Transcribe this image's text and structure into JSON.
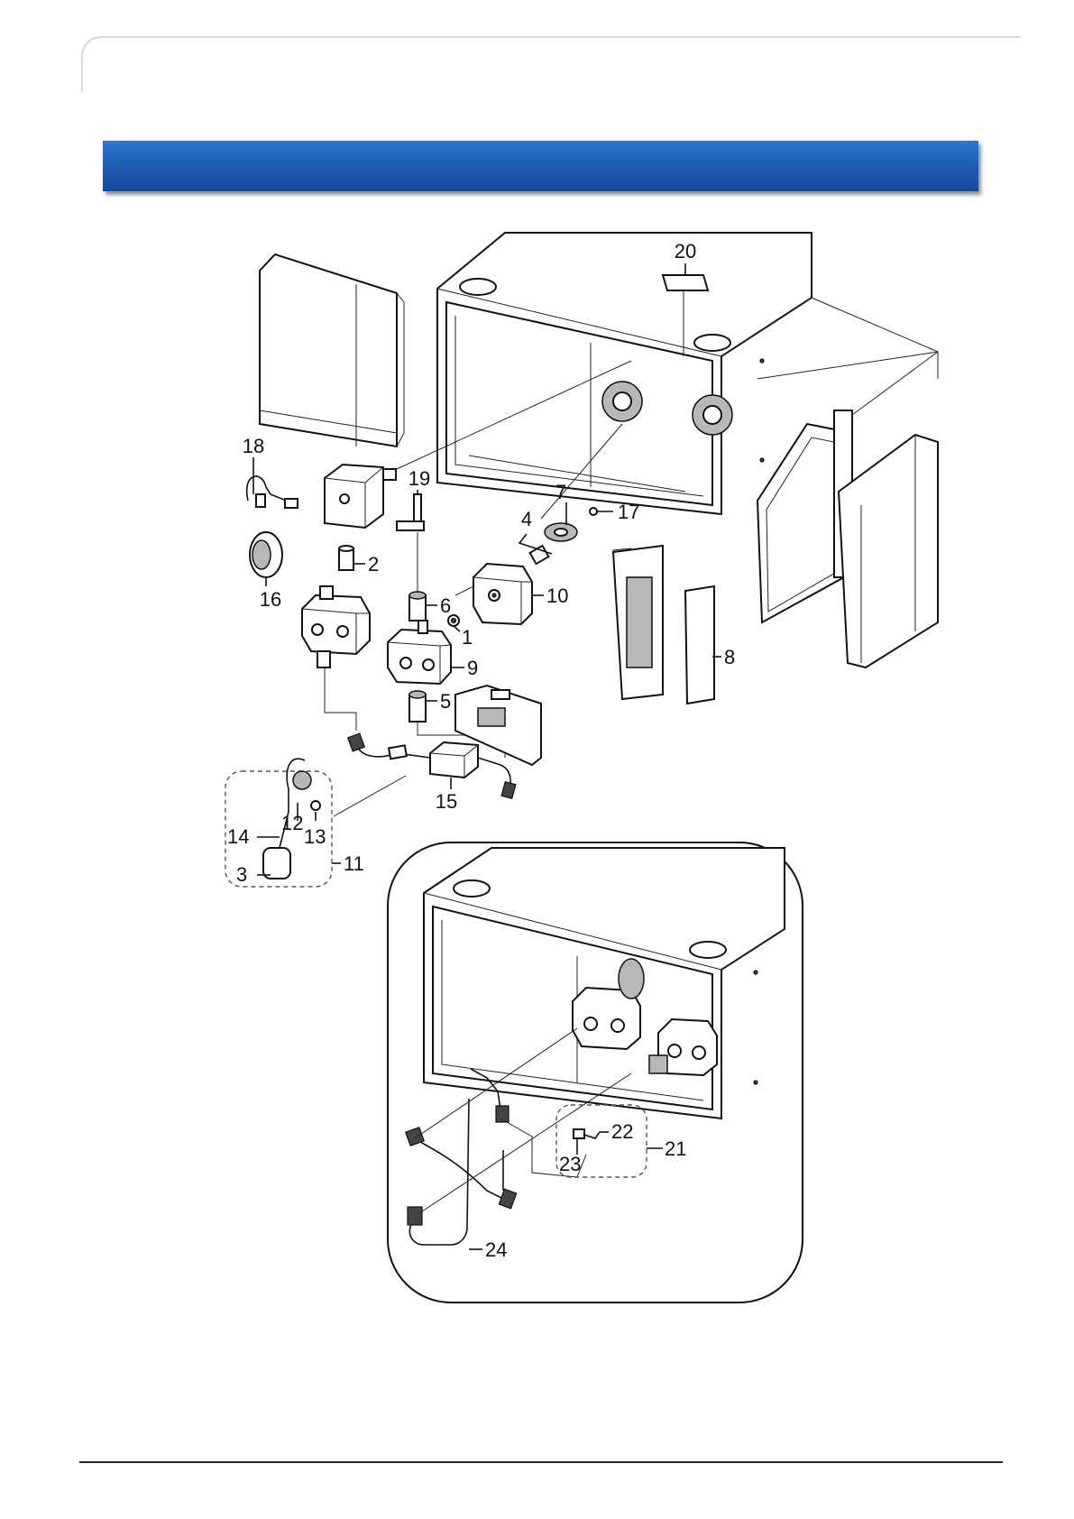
{
  "header": {
    "title": ""
  },
  "callouts": {
    "c1": "1",
    "c2": "2",
    "c3": "3",
    "c4": "4",
    "c5": "5",
    "c6": "6",
    "c7": "7",
    "c8": "8",
    "c9": "9",
    "c10": "10",
    "c11": "11",
    "c12": "12",
    "c13": "13",
    "c14": "14",
    "c15": "15",
    "c16": "16",
    "c17": "17",
    "c18": "18",
    "c19": "19",
    "c20": "20",
    "c21": "21",
    "c22": "22",
    "c23": "23",
    "c24": "24"
  },
  "colors": {
    "header_band": "#1f5fb6",
    "line": "#111111"
  },
  "icons": {
    "diagram": "exploded-parts-diagram"
  }
}
